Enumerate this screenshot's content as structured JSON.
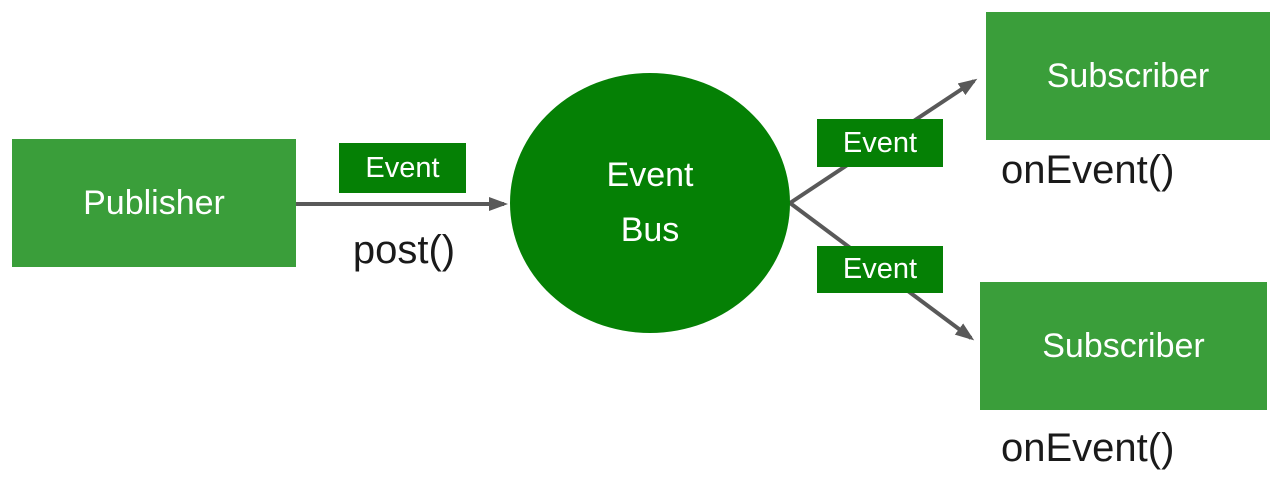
{
  "diagram": {
    "publisher": {
      "label": "Publisher",
      "method": "post()"
    },
    "event_bus": {
      "line1": "Event",
      "line2": "Bus"
    },
    "event_chips": {
      "publish": "Event",
      "subscribe_top": "Event",
      "subscribe_bottom": "Event"
    },
    "subscribers": [
      {
        "label": "Subscriber",
        "method": "onEvent()"
      },
      {
        "label": "Subscriber",
        "method": "onEvent()"
      }
    ],
    "colors": {
      "node_green": "#3A9E3A",
      "accent_green": "#058005",
      "arrow_gray": "#595959",
      "text_light": "#FFFFFF",
      "text_dark": "#1A1A1A"
    }
  }
}
